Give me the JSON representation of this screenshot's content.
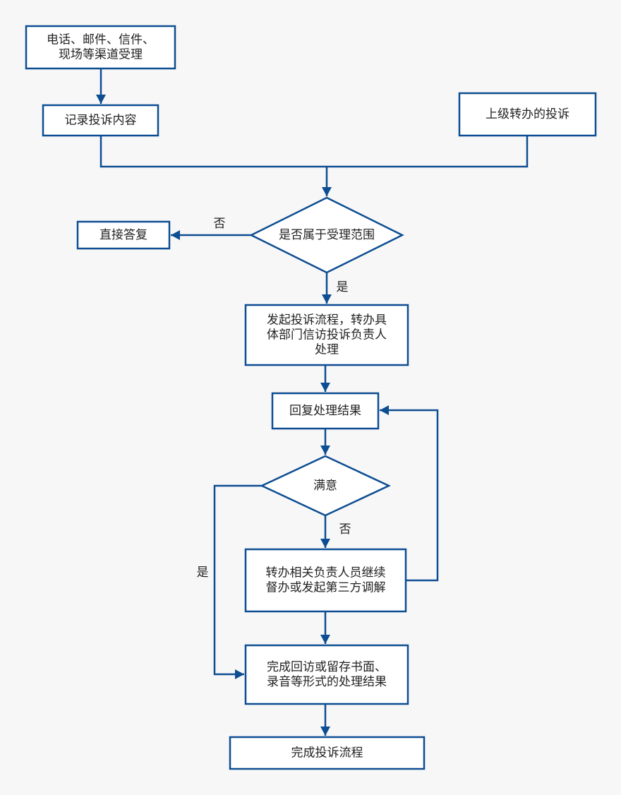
{
  "colors": {
    "stroke": "#0d4d92",
    "fill": "#ffffff",
    "background": "#f7f7f7",
    "text": "#222222"
  },
  "nodes": {
    "channels": {
      "lines": [
        "电话、邮件、信件、",
        "现场等渠道受理"
      ]
    },
    "record": {
      "lines": [
        "记录投诉内容"
      ]
    },
    "superior": {
      "lines": [
        "上级转办的投诉"
      ]
    },
    "in_scope": {
      "lines": [
        "是否属于受理范围"
      ]
    },
    "direct_reply": {
      "lines": [
        "直接答复"
      ]
    },
    "start_process": {
      "lines": [
        "发起投诉流程，转办具",
        "体部门信访投诉负责人",
        "处理"
      ]
    },
    "reply_result": {
      "lines": [
        "回复处理结果"
      ]
    },
    "satisfied": {
      "lines": [
        "满意"
      ]
    },
    "transfer": {
      "lines": [
        "转办相关负责人员继续",
        "督办或发起第三方调解"
      ]
    },
    "complete_visit": {
      "lines": [
        "完成回访或留存书面、",
        "录音等形式的处理结果"
      ]
    },
    "complete": {
      "lines": [
        "完成投诉流程"
      ]
    }
  },
  "edge_labels": {
    "scope_no": "否",
    "scope_yes": "是",
    "satisfied_no": "否",
    "satisfied_yes": "是"
  }
}
